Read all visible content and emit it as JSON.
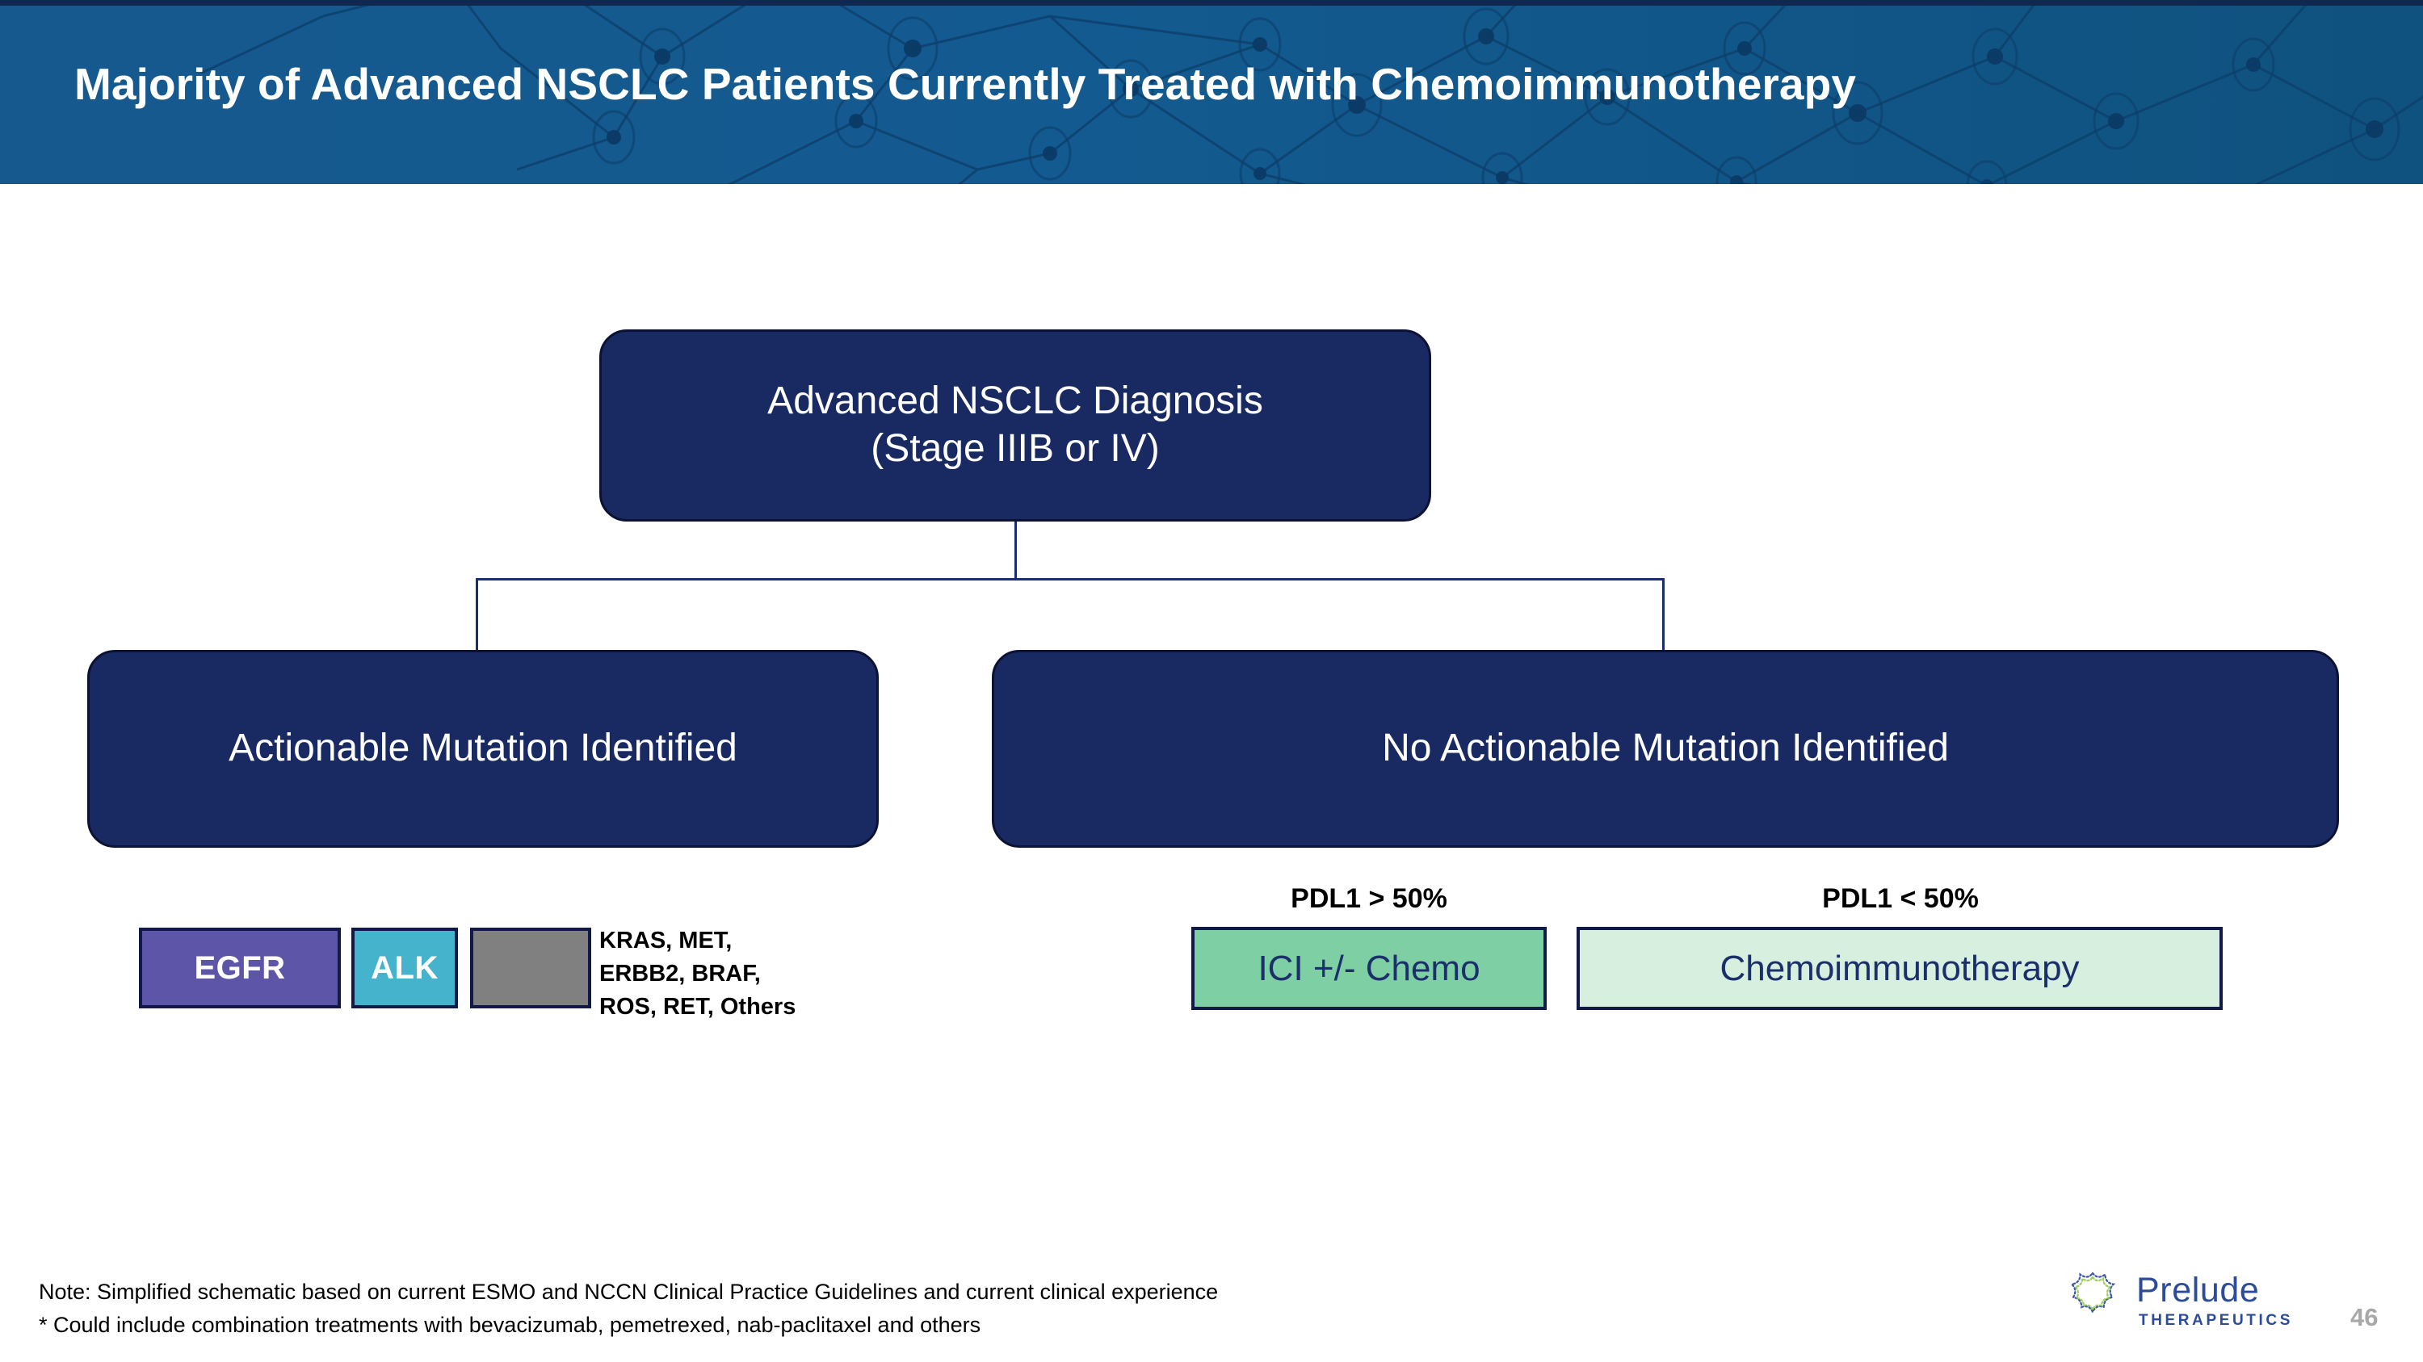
{
  "header": {
    "title": "Majority of Advanced NSCLC Patients Currently Treated with Chemoimmunotherapy",
    "background_color": "#14578C",
    "decoration": "network-node-pattern"
  },
  "diagram": {
    "root": {
      "line1": "Advanced NSCLC Diagnosis",
      "line2": "(Stage IIIB or IV)",
      "color": "#192A63"
    },
    "branches": [
      {
        "label": "Actionable Mutation Identified",
        "color": "#192A63"
      },
      {
        "label": "No Actionable Mutation Identified",
        "color": "#192A63"
      }
    ],
    "gene_chips": [
      {
        "label": "EGFR",
        "color": "#5D55A8"
      },
      {
        "label": "ALK",
        "color": "#46B3CC"
      },
      {
        "label": "",
        "color": "#808080"
      }
    ],
    "gene_list": {
      "line1": "KRAS, MET,",
      "line2": "ERBB2, BRAF,",
      "line3": "ROS,  RET, Others"
    },
    "treatments": [
      {
        "condition": "PDL1 > 50%",
        "label": "ICI +/- Chemo",
        "color": "#7FCFA4"
      },
      {
        "condition": "PDL1 < 50%",
        "label": "Chemoimmunotherapy",
        "color": "#D6EFDF"
      }
    ],
    "connector_color": "#1b2f6b"
  },
  "footnotes": {
    "note": "Note:  Simplified schematic based on current ESMO and NCCN Clinical Practice Guidelines and current clinical experience",
    "asterisk": "* Could include combination treatments with bevacizumab, pemetrexed, nab-paclitaxel and others"
  },
  "logo": {
    "wordmark": "Prelude",
    "tagline": "THERAPEUTICS",
    "color": "#2C4B9B"
  },
  "page_number": "46"
}
